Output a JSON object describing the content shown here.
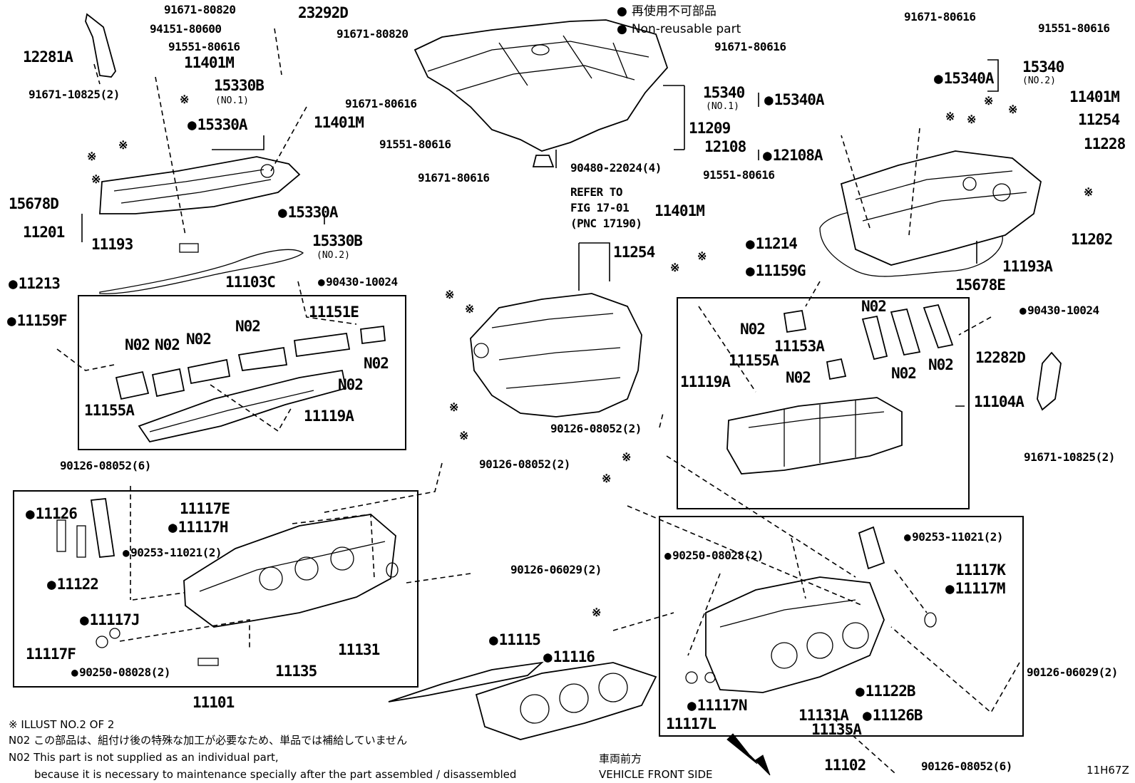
{
  "legend": {
    "ja": "再使用不可部品",
    "en": "Non-reusable part"
  },
  "refer": {
    "line1": "REFER TO",
    "line2": "FIG 17-01",
    "line3": "(PNC 17190)"
  },
  "parts": {
    "p91671_80820_a": "91671-80820",
    "p23292D": "23292D",
    "p94151_80600": "94151-80600",
    "p91671_80820_b": "91671-80820",
    "p12281A": "12281A",
    "p91551_80616_a": "91551-80616",
    "p11401M_a": "11401M",
    "p91671_10825_a": "91671-10825(2)",
    "p15330B_1": "15330B",
    "no1_a": "(NO.1)",
    "p91671_80616_a": "91671-80616",
    "p15330A_a": "15330A",
    "p11401M_b": "11401M",
    "p91551_80616_b": "91551-80616",
    "p91671_80616_b": "91671-80616",
    "p15678D": "15678D",
    "p11201": "11201",
    "p11193": "11193",
    "p15330A_b": "15330A",
    "p15330B_2": "15330B",
    "no2_a": "(NO.2)",
    "p11213": "11213",
    "p11103C": "11103C",
    "p90430_10024_a": "90430-10024",
    "p11159F": "11159F",
    "p11151E": "11151E",
    "n02_1": "N02",
    "n02_2": "N02",
    "n02_3": "N02",
    "n02_4": "N02",
    "n02_5": "N02",
    "n02_6": "N02",
    "p11155A_a": "11155A",
    "p11119A_a": "11119A",
    "p90126_08052_6a": "90126-08052(6)",
    "p90126_08052_2a": "90126-08052(2)",
    "p11126": "11126",
    "p11122": "11122",
    "p90253_11021_a": "90253-11021(2)",
    "p11117E": "11117E",
    "p11117H": "11117H",
    "p90126_06029_a": "90126-06029(2)",
    "p11117J": "11117J",
    "p11117F": "11117F",
    "p90250_08028_a": "90250-08028(2)",
    "p11131": "11131",
    "p11135": "11135",
    "p11101": "11101",
    "p11115": "11115",
    "p11116": "11116",
    "p11209": "11209",
    "p90480_22024": "90480-22024(4)",
    "p11254_a": "11254",
    "p90126_08052_2b": "90126-08052(2)",
    "p91671_80616_c": "91671-80616",
    "p91671_80616_d": "91671-80616",
    "p91551_80616_c": "91551-80616",
    "p15340_2": "15340",
    "no2_b": "(NO.2)",
    "p15340A_a": "15340A",
    "p15340_1": "15340",
    "no1_b": "(NO.1)",
    "p15340A_b": "15340A",
    "p11401M_c": "11401M",
    "p11254_b": "11254",
    "p12108": "12108",
    "p12108A": "12108A",
    "p11228": "11228",
    "p91551_80616_d": "91551-80616",
    "p11401M_d": "11401M",
    "p11214": "11214",
    "p11202": "11202",
    "p11193A": "11193A",
    "p11159G": "11159G",
    "p15678E": "15678E",
    "p90430_10024_b": "90430-10024",
    "n02_7": "N02",
    "n02_8": "N02",
    "n02_9": "N02",
    "n02_10": "N02",
    "n02_11": "N02",
    "p11153A": "11153A",
    "p11155A_b": "11155A",
    "p11119A_b": "11119A",
    "p12282D": "12282D",
    "p11104A": "11104A",
    "p91671_10825_b": "91671-10825(2)",
    "p90253_11021_b": "90253-11021(2)",
    "p90250_08028_b": "90250-08028(2)",
    "p11117K": "11117K",
    "p11117M": "11117M",
    "p90126_06029_b": "90126-06029(2)",
    "p11122B": "11122B",
    "p11126B": "11126B",
    "p11117N": "11117N",
    "p11117L": "11117L",
    "p11131A": "11131A",
    "p11135A": "11135A",
    "p11102": "11102",
    "p90126_08052_6b": "90126-08052(6)"
  },
  "marks": {
    "kome": "※"
  },
  "notes": {
    "illust": "※  ILLUST NO.2 OF 2",
    "n02_ja": "N02 この部品は、組付け後の特殊な加工が必要なため、単品では補給していません",
    "n02_en1": "N02 This part is not supplied as an individual part,",
    "n02_en2": "because it is necessary to maintenance specially after the part assembled / disassembled",
    "front_ja": "車両前方",
    "front_en": "VEHICLE FRONT SIDE",
    "fig_id": "11H67Z"
  }
}
